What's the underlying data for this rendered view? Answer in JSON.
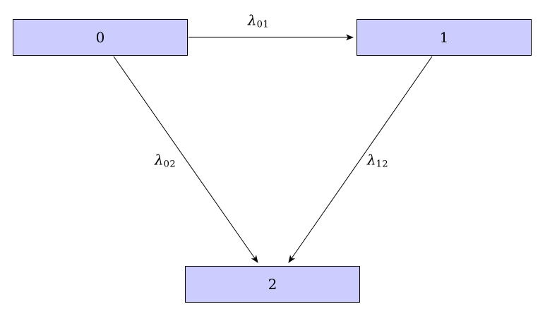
{
  "diagram": {
    "type": "state-transition-diagram",
    "nodes": [
      {
        "id": "state-0",
        "label": "0"
      },
      {
        "id": "state-1",
        "label": "1"
      },
      {
        "id": "state-2",
        "label": "2"
      }
    ],
    "edges": [
      {
        "from": "0",
        "to": "1",
        "symbol": "λ",
        "sub": "01"
      },
      {
        "from": "0",
        "to": "2",
        "symbol": "λ",
        "sub": "02"
      },
      {
        "from": "1",
        "to": "2",
        "symbol": "λ",
        "sub": "12"
      }
    ],
    "colors": {
      "node_fill": "#ccccff",
      "node_border": "#000000",
      "edge_stroke": "#000000",
      "background": "#ffffff"
    }
  }
}
